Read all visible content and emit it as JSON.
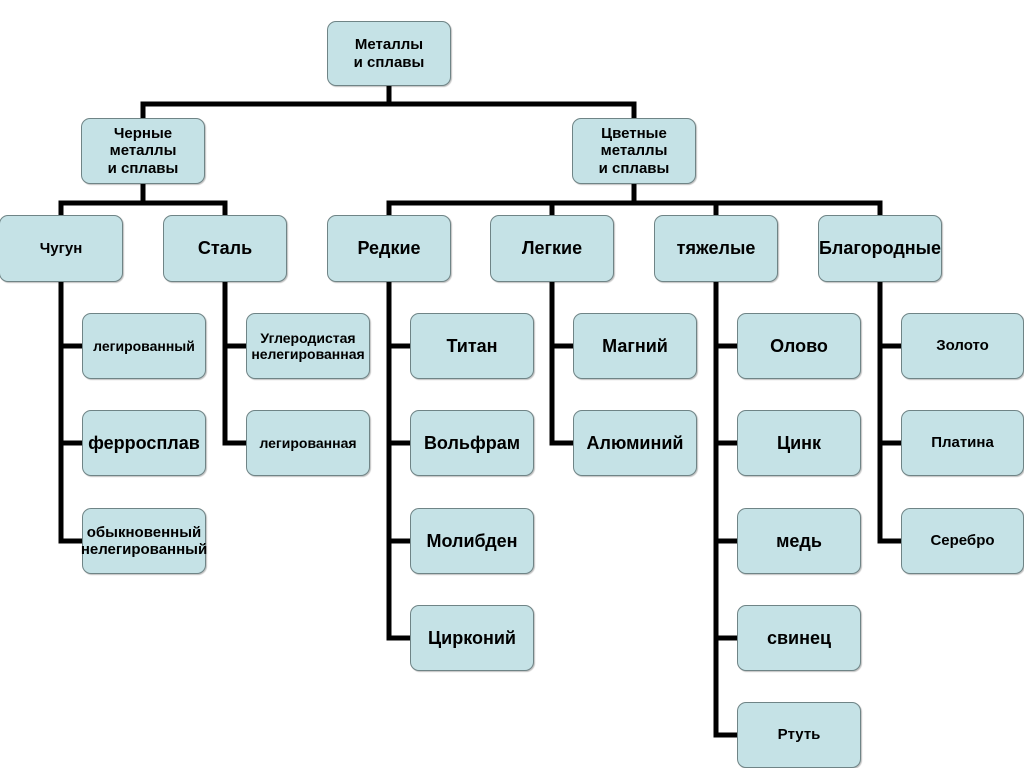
{
  "nodes": {
    "root": "Металлы\nи сплавы",
    "ferrous": "Черные\nметаллы\nи сплавы",
    "nonferrous": "Цветные\nметаллы\nи сплавы",
    "cast_iron": "Чугун",
    "steel": "Сталь",
    "rare": "Редкие",
    "light": "Легкие",
    "heavy": "тяжелые",
    "noble": "Благородные",
    "cast_iron_items": [
      "легированный",
      "ферросплав",
      "обыкновенный\nнелегированный"
    ],
    "steel_items": [
      "Углеродистая\nнелегированная",
      "легированная"
    ],
    "rare_items": [
      "Титан",
      "Вольфрам",
      "Молибден",
      "Цирконий"
    ],
    "light_items": [
      "Магний",
      "Алюминий"
    ],
    "heavy_items": [
      "Олово",
      "Цинк",
      "медь",
      "свинец",
      "Ртуть"
    ],
    "noble_items": [
      "Золото",
      "Платина",
      "Серебро"
    ]
  },
  "colors": {
    "box_fill": "#c5e2e6",
    "box_border": "#6f8486",
    "connector": "#000000"
  }
}
